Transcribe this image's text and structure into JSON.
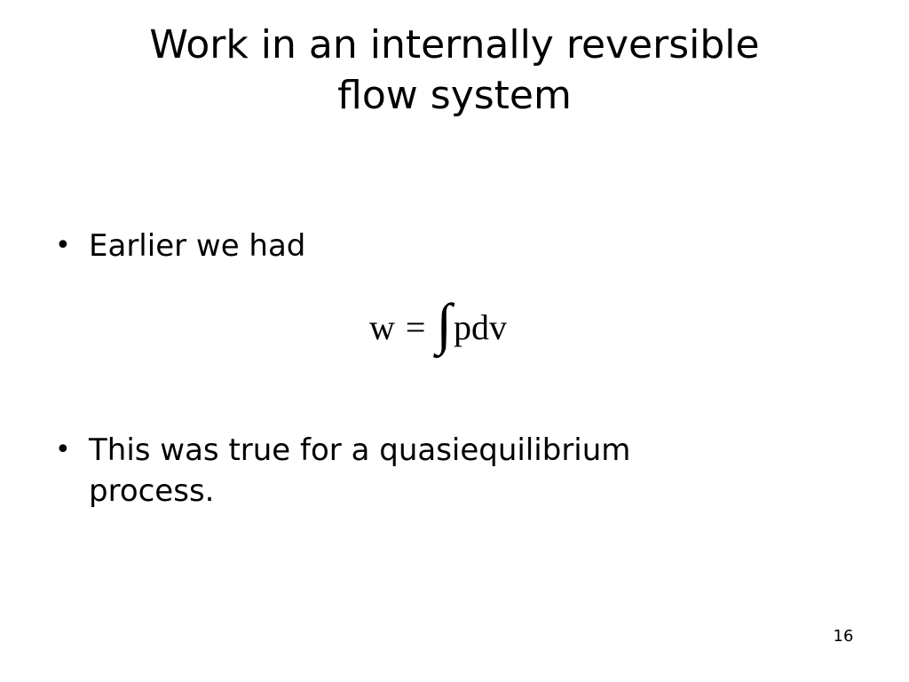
{
  "slide": {
    "title_lines": [
      "Work in an internally reversible",
      "flow system"
    ],
    "bullets": [
      {
        "marker": "•",
        "text": "Earlier we had"
      },
      {
        "marker": "•",
        "text": "This was true for a quasiequilibrium process."
      }
    ],
    "equation": {
      "lhs": "w",
      "operator": "=",
      "integral": "∫",
      "rhs": "pdv"
    },
    "slide_number": "16"
  }
}
